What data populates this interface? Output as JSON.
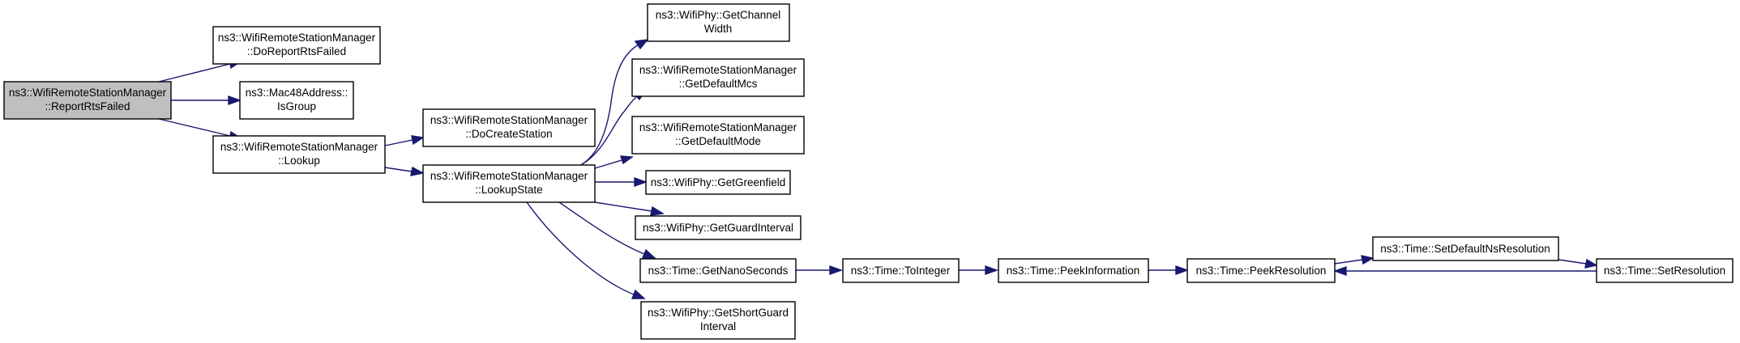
{
  "colors": {
    "edge": "#191970",
    "node_border": "#000000",
    "node_fill": "#ffffff",
    "root_fill": "#bfbfbf"
  },
  "nodes": {
    "report_rts_failed": [
      "ns3::WifiRemoteStationManager",
      "::ReportRtsFailed"
    ],
    "do_report_rts_failed": [
      "ns3::WifiRemoteStationManager",
      "::DoReportRtsFailed"
    ],
    "is_group": [
      "ns3::Mac48Address::",
      "IsGroup"
    ],
    "lookup": [
      "ns3::WifiRemoteStationManager",
      "::Lookup"
    ],
    "do_create_station": [
      "ns3::WifiRemoteStationManager",
      "::DoCreateStation"
    ],
    "lookup_state": [
      "ns3::WifiRemoteStationManager",
      "::LookupState"
    ],
    "get_channel_width": [
      "ns3::WifiPhy::GetChannel",
      "Width"
    ],
    "get_default_mcs": [
      "ns3::WifiRemoteStationManager",
      "::GetDefaultMcs"
    ],
    "get_default_mode": [
      "ns3::WifiRemoteStationManager",
      "::GetDefaultMode"
    ],
    "get_greenfield": [
      "ns3::WifiPhy::GetGreenfield"
    ],
    "get_guard_interval": [
      "ns3::WifiPhy::GetGuardInterval"
    ],
    "get_nano_seconds": [
      "ns3::Time::GetNanoSeconds"
    ],
    "get_short_guard_interval": [
      "ns3::WifiPhy::GetShortGuard",
      "Interval"
    ],
    "to_integer": [
      "ns3::Time::ToInteger"
    ],
    "peek_information": [
      "ns3::Time::PeekInformation"
    ],
    "peek_resolution": [
      "ns3::Time::PeekResolution"
    ],
    "set_default_ns_resolution": [
      "ns3::Time::SetDefaultNsResolution"
    ],
    "set_resolution": [
      "ns3::Time::SetResolution"
    ]
  },
  "edges": [
    [
      "report_rts_failed",
      "do_report_rts_failed"
    ],
    [
      "report_rts_failed",
      "is_group"
    ],
    [
      "report_rts_failed",
      "lookup"
    ],
    [
      "lookup",
      "do_create_station"
    ],
    [
      "lookup",
      "lookup_state"
    ],
    [
      "lookup_state",
      "get_channel_width"
    ],
    [
      "lookup_state",
      "get_default_mcs"
    ],
    [
      "lookup_state",
      "get_default_mode"
    ],
    [
      "lookup_state",
      "get_greenfield"
    ],
    [
      "lookup_state",
      "get_guard_interval"
    ],
    [
      "lookup_state",
      "get_nano_seconds"
    ],
    [
      "lookup_state",
      "get_short_guard_interval"
    ],
    [
      "get_nano_seconds",
      "to_integer"
    ],
    [
      "to_integer",
      "peek_information"
    ],
    [
      "peek_information",
      "peek_resolution"
    ],
    [
      "peek_resolution",
      "set_default_ns_resolution"
    ],
    [
      "set_default_ns_resolution",
      "set_resolution"
    ],
    [
      "set_resolution",
      "peek_resolution"
    ]
  ]
}
